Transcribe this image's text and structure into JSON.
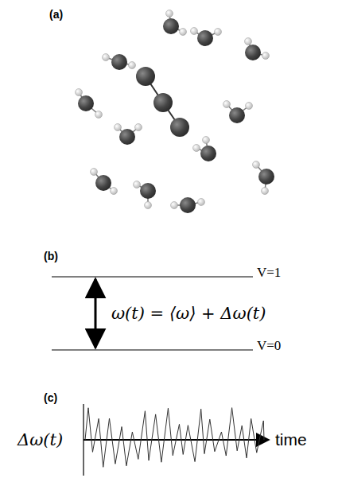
{
  "diagram": {
    "labels": [
      "(a)",
      "(b)",
      "V=1",
      "V=0",
      "ω(t) = ⟨ω⟩ + Δω(t)",
      "(c)",
      "Δω(t)",
      "time"
    ]
  }
}
